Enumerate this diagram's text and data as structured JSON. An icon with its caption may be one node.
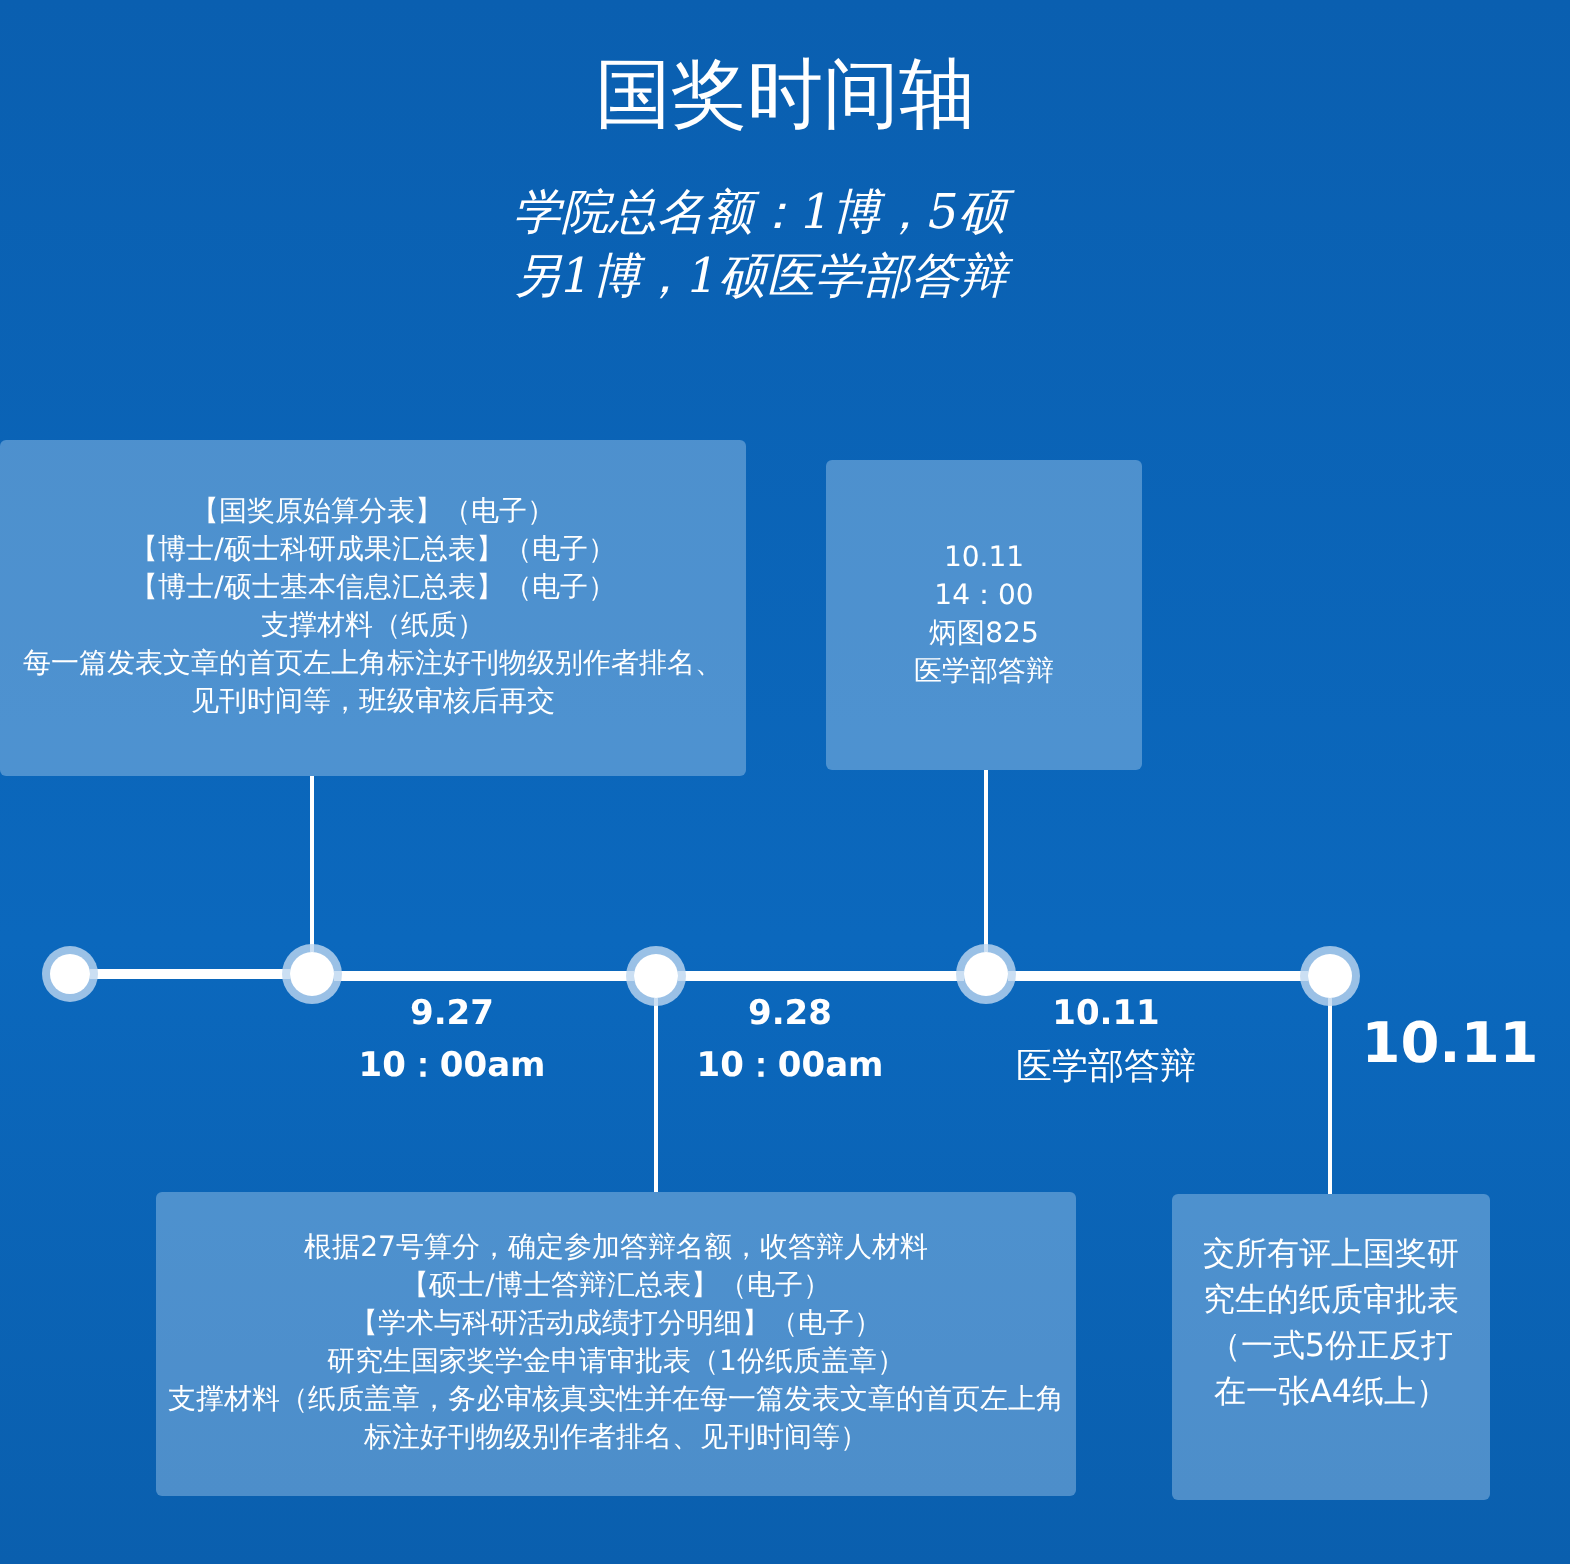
{
  "diagram": {
    "title": "国奖时间轴",
    "nodes": [
      {
        "text": [],
        "shape": "circle"
      },
      {
        "text": [],
        "shape": "circle"
      },
      {
        "text": [],
        "shape": "circle"
      },
      {
        "text": [],
        "shape": "circle"
      },
      {
        "text": [],
        "shape": "circle"
      },
      {
        "text": [
          "【国奖原始算分表】（电子）",
          "【博士/硕士科研成果汇总表】（电子）",
          "【博士/硕士基本信息汇总表】（电子）",
          "支撑材料（纸质）",
          "每一篇发表文章的首页左上角标注好刊物级别作者排名、见刊时间等，班级审核后再交"
        ]
      },
      {
        "text": [
          "10.11",
          "14：00",
          "炳图825",
          "医学部答辩"
        ]
      },
      {
        "text": [
          "根据27号算分，确定参加答辩名额，收答辩人材料",
          "【硕士/博士答辩汇总表】（电子）",
          "【学术与科研活动成绩打分明细】（电子）",
          "研究生国家奖学金申请审批表（1份纸质盖章）",
          "支撑材料（纸质盖章，务必审核真实性并在每一篇发表文章的首页左上角标注好刊物级别作者排名、见刊时间等）"
        ]
      },
      {
        "text": [
          "交所有评上国奖研究生的纸质审批表（一式5份正反打在一张A4纸上）"
        ]
      }
    ],
    "edges": [
      {
        "from": 0,
        "to": 1,
        "arrow": "none",
        "style": "thick"
      },
      {
        "from": 1,
        "to": 2,
        "arrow": "none",
        "style": "thick"
      },
      {
        "from": 2,
        "to": 3,
        "arrow": "none",
        "style": "thick"
      },
      {
        "from": 3,
        "to": 4,
        "arrow": "none",
        "style": "thick"
      },
      {
        "from": 1,
        "to": 5,
        "arrow": "none"
      },
      {
        "from": 3,
        "to": 6,
        "arrow": "none"
      },
      {
        "from": 2,
        "to": 7,
        "arrow": "none"
      },
      {
        "from": 4,
        "to": 8,
        "arrow": "none"
      }
    ],
    "labels": [
      "学院总名额：1博，5硕",
      "另1博，1硕医学部答辩",
      "9.27",
      "10：00am",
      "9.28",
      "10：00am",
      "10.11",
      "医学部答辩",
      "10.11"
    ]
  }
}
